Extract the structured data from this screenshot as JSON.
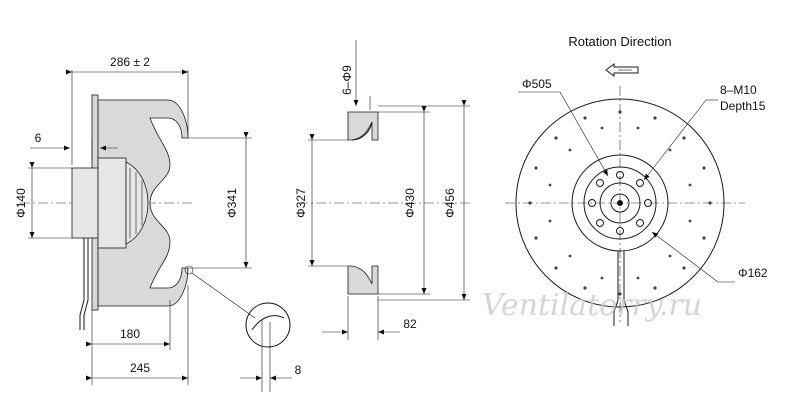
{
  "title": "Rotation  Direction",
  "watermark": "Ventilatorry.ru",
  "side_view": {
    "overall_length": "286 ± 2",
    "flange_offset": "6",
    "motor_diameter": "Φ140",
    "inlet_diameter": "Φ341",
    "depth_180": "180",
    "depth_245": "245",
    "detail_offset": "8"
  },
  "inlet_view": {
    "holes": "6–Φ9",
    "throat_diameter": "Φ327",
    "ring_diameter": "Φ430",
    "outer_diameter": "Φ456",
    "depth": "82"
  },
  "front_view": {
    "impeller_diameter": "Φ505",
    "threads": "8–M10",
    "thread_depth": "Depth15",
    "hub_diameter": "Φ162"
  }
}
